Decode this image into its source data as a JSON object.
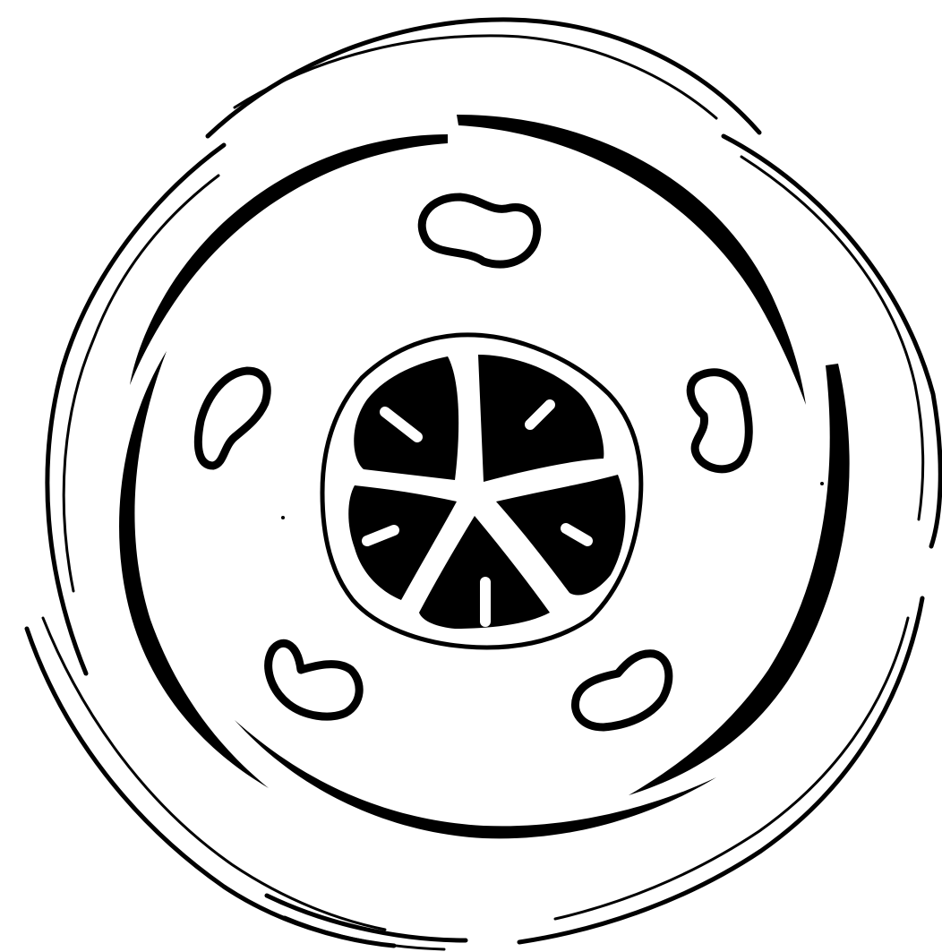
{
  "diagram": {
    "style": "black-and-white line drawing",
    "ink_color": "#000000",
    "paper_color": "#ffffff",
    "labels": [],
    "components": {
      "outer_whorl_arcs": 6,
      "inner_whorl_arcs": 5,
      "kidney_shaped_structures": 5,
      "central_ovary_locules": 5
    }
  }
}
